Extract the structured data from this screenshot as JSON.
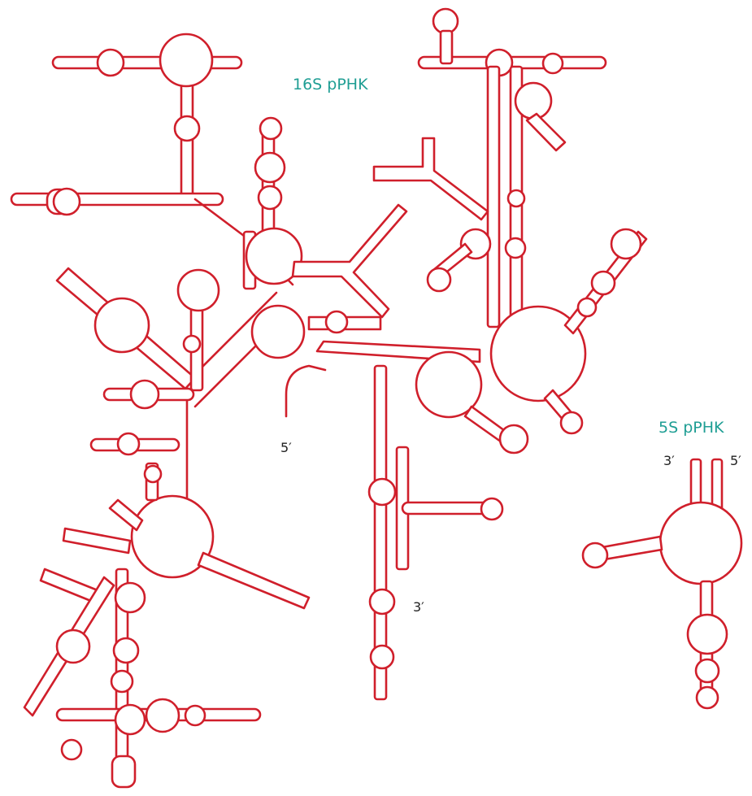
{
  "diagram": {
    "molecule_16s": {
      "title": "16S pPHK",
      "five_prime_label": "5′",
      "three_prime_label": "3′"
    },
    "molecule_5s": {
      "title": "5S pPHK",
      "five_prime_label": "5′",
      "three_prime_label": "3′"
    },
    "colors": {
      "outline": "#d01f2b",
      "title_text": "#1f9e94",
      "end_label_text": "#222222",
      "background": "#ffffff"
    }
  }
}
